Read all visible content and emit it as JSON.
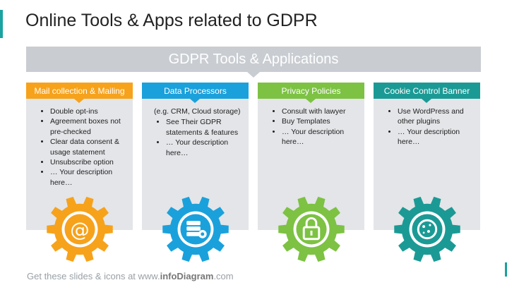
{
  "title": "Online Tools & Apps related to GDPR",
  "banner": "GDPR Tools & Applications",
  "columns": [
    {
      "header": "Mail collection  & Mailing",
      "color": "#f7a21b",
      "intro": "",
      "items": [
        "Double opt-ins",
        "Agreement boxes not pre-checked",
        "Clear data consent & usage statement",
        "Unsubscribe option",
        "… Your description here…"
      ],
      "icon": "at-sign-icon"
    },
    {
      "header": "Data Processors",
      "color": "#1aa1dc",
      "intro": "(e.g. CRM, Cloud storage)",
      "items": [
        "See Their GDPR statements & features",
        "… Your description here…"
      ],
      "icon": "database-gear-icon"
    },
    {
      "header": "Privacy Policies",
      "color": "#7dc243",
      "intro": "",
      "items": [
        "Consult with lawyer",
        "Buy Templates",
        "… Your description here…"
      ],
      "icon": "padlock-icon"
    },
    {
      "header": "Cookie Control Banner",
      "color": "#1b9a95",
      "intro": "",
      "items": [
        "Use WordPress and other plugins",
        "… Your description here…"
      ],
      "icon": "cookie-icon"
    }
  ],
  "footer": {
    "prefix": "Get these slides & icons at www.",
    "brand": "infoDiagram",
    "suffix": ".com"
  }
}
